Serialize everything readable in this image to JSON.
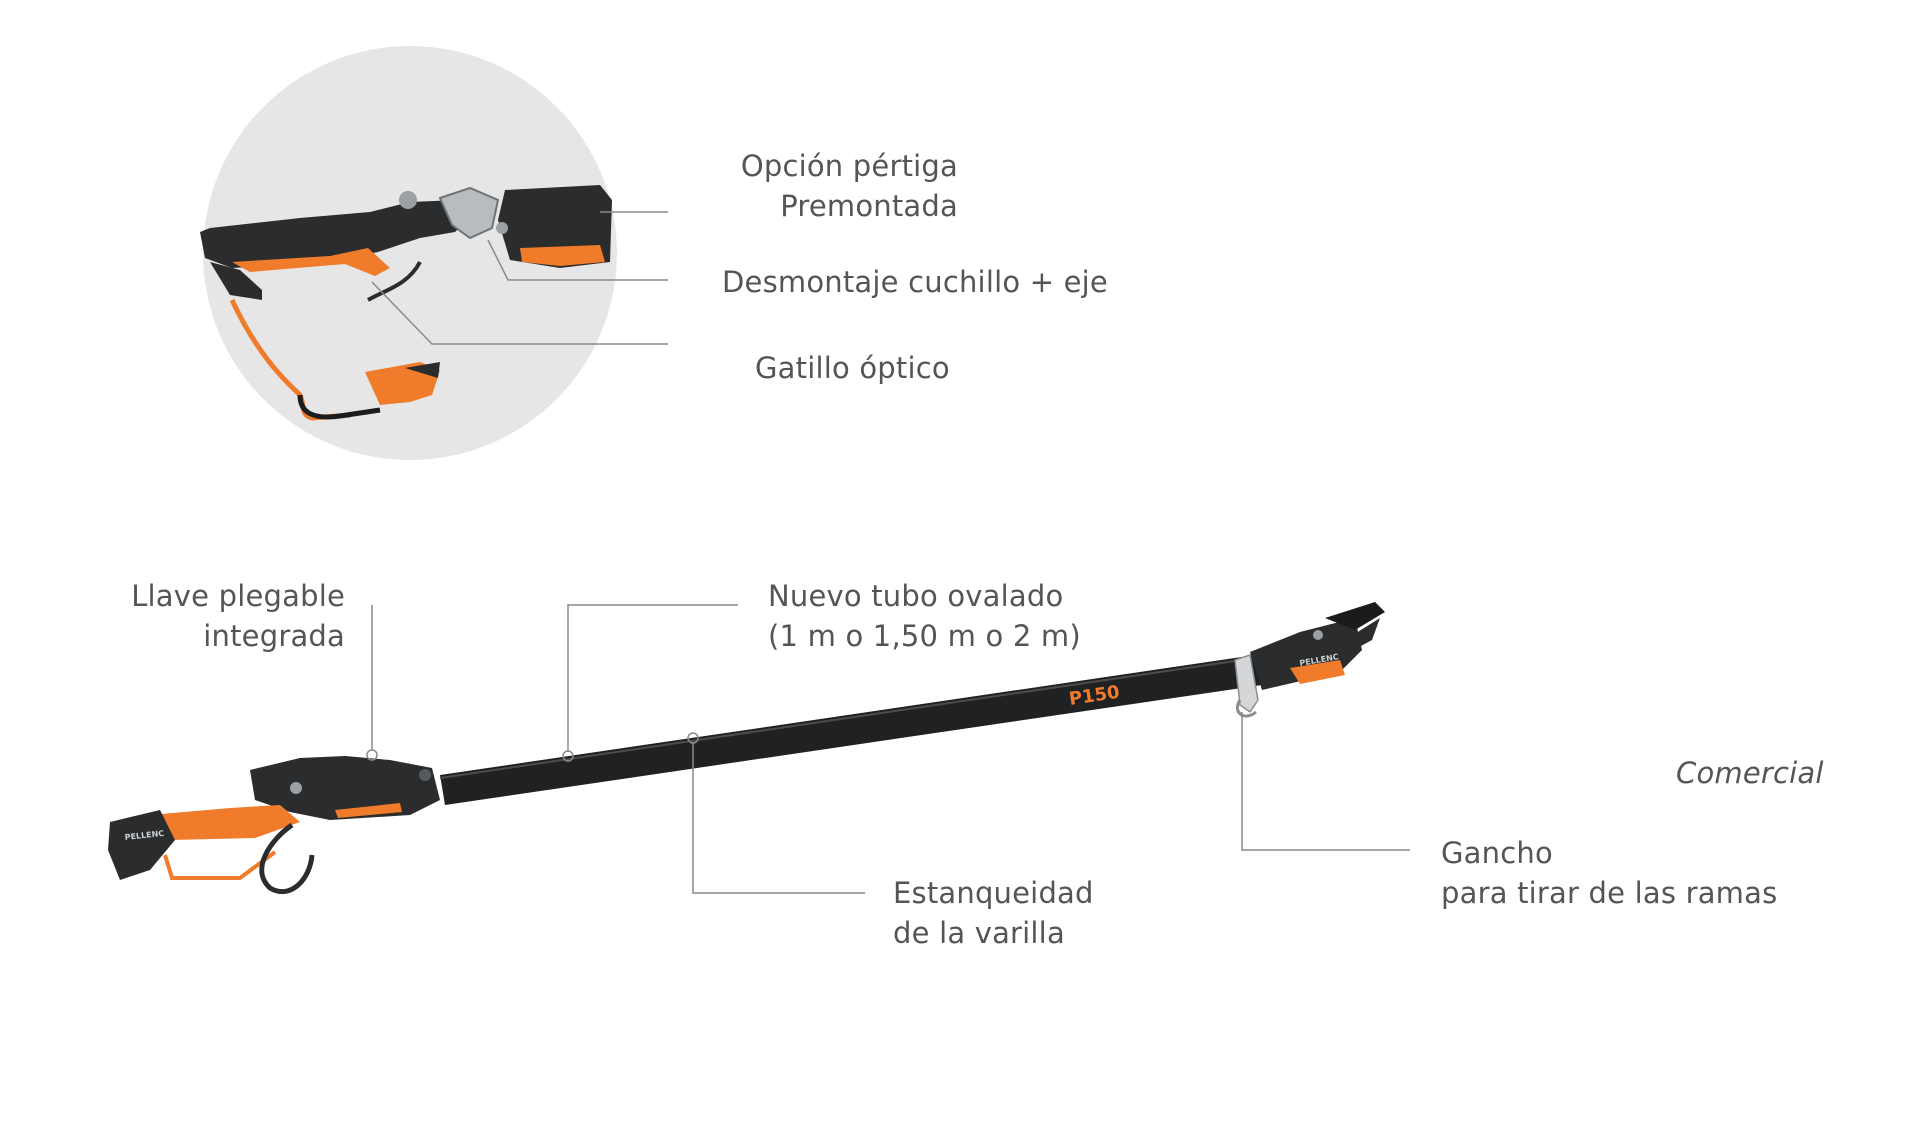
{
  "labels": {
    "pole_option": {
      "line1": "Opción pértiga",
      "line2": "Premontada"
    },
    "blade_dismount": "Desmontaje cuchillo + eje",
    "optical_trigger": "Gatillo óptico",
    "folding_key": {
      "line1": "Llave plegable",
      "line2": "integrada"
    },
    "oval_tube": {
      "line1": "Nuevo tubo ovalado",
      "line2": "(1 m o 1,50 m o 2 m)"
    },
    "rod_seal": {
      "line1": "Estanqueidad",
      "line2": "de la varilla"
    },
    "hook": {
      "line1": "Gancho",
      "line2": "para tirar de las ramas"
    },
    "commercial": "Comercial"
  },
  "product": {
    "tube_marking": "P150",
    "brand_mark": "PELLENC"
  },
  "colors": {
    "accent_orange": "#f07b2a",
    "body_dark": "#2a2c2d",
    "tube_dark": "#1f2122",
    "callout_line": "#8a8a8a",
    "circle_bg": "#e6e6e6",
    "text": "#555555"
  }
}
